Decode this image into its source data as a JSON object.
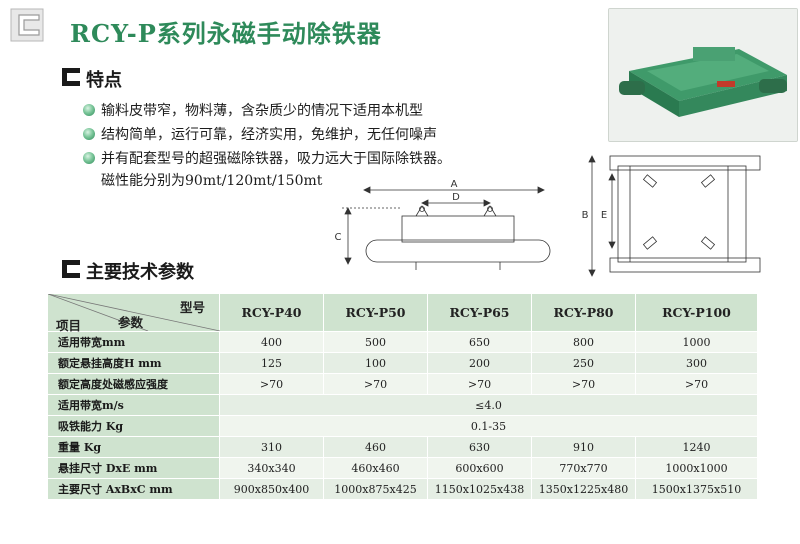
{
  "header": {
    "title": "RCY-P系列永磁手动除铁器"
  },
  "features": {
    "heading": "特点",
    "items": [
      "输料皮带窄，物料薄，含杂质少的情况下适用本机型",
      "结构简单，运行可靠，经济实用，免维护，无任何噪声",
      "并有配套型号的超强磁除铁器，吸力远大于国际除铁器。"
    ],
    "extra_line": "磁性能分别为90mt/120mt/150mt"
  },
  "diagram": {
    "labels": {
      "a": "A",
      "b": "B",
      "c": "C",
      "d": "D",
      "e": "E"
    }
  },
  "specs": {
    "heading": "主要技术参数",
    "corner": {
      "model": "型号",
      "param": "参数",
      "item": "项目"
    },
    "models": [
      "RCY-P40",
      "RCY-P50",
      "RCY-P65",
      "RCY-P80",
      "RCY-P100"
    ],
    "rows": [
      {
        "label": "适用带宽mm",
        "values": [
          "400",
          "500",
          "650",
          "800",
          "1000"
        ]
      },
      {
        "label": "额定悬挂高度H mm",
        "values": [
          "125",
          "100",
          "200",
          "250",
          "300"
        ]
      },
      {
        "label": "额定高度处磁感应强度",
        "values": [
          ">70",
          ">70",
          ">70",
          ">70",
          ">70"
        ]
      },
      {
        "label": "适用带宽m/s",
        "span": "≤4.0"
      },
      {
        "label": "吸铁能力 Kg",
        "span": "0.1-35"
      },
      {
        "label": "重量 Kg",
        "values": [
          "310",
          "460",
          "630",
          "910",
          "1240"
        ]
      },
      {
        "label": "悬挂尺寸 DxE mm",
        "values": [
          "340x340",
          "460x460",
          "600x600",
          "770x770",
          "1000x1000"
        ]
      },
      {
        "label": "主要尺寸 AxBxC mm",
        "values": [
          "900x850x400",
          "1000x875x425",
          "1150x1025x438",
          "1350x1225x480",
          "1500x1375x510"
        ]
      }
    ]
  },
  "colors": {
    "title_green": "#2e8a5a",
    "table_header": "#cfe3cf",
    "table_cell": "#f0f5ee"
  }
}
